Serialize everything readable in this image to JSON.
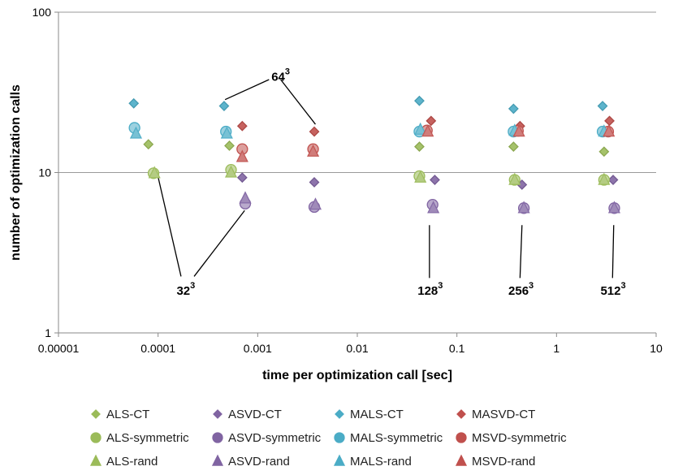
{
  "chart_data": {
    "type": "scatter",
    "xscale": "log",
    "yscale": "log",
    "xlim": [
      1e-05,
      10
    ],
    "ylim": [
      1,
      100
    ],
    "xlabel": "time per optimization call [sec]",
    "ylabel": "number of optimization calls",
    "x_ticks": [
      "0.00001",
      "0.0001",
      "0.001",
      "0.01",
      "0.1",
      "1",
      "10"
    ],
    "y_ticks": [
      "1",
      "10",
      "100"
    ],
    "grid": "horizontal",
    "legend_position": "bottom",
    "colors": {
      "ALS": "#9bbb59",
      "ASVD": "#8064a2",
      "MALS": "#4bacc6",
      "MASVD": "#c0504d"
    },
    "series": [
      {
        "name": "ALS-CT",
        "marker": "diamond",
        "group": "ALS",
        "points": [
          [
            8e-05,
            15
          ],
          [
            0.00052,
            14.7
          ],
          [
            0.042,
            14.5
          ],
          [
            0.37,
            14.5
          ],
          [
            3.0,
            13.5
          ]
        ]
      },
      {
        "name": "ASVD-CT",
        "marker": "diamond",
        "group": "ASVD",
        "points": [
          [
            0.0007,
            9.3
          ],
          [
            0.0037,
            8.7
          ],
          [
            0.06,
            9.0
          ],
          [
            0.45,
            8.4
          ],
          [
            3.7,
            9.0
          ]
        ]
      },
      {
        "name": "MALS-CT",
        "marker": "diamond",
        "group": "MALS",
        "points": [
          [
            5.7e-05,
            27
          ],
          [
            0.00046,
            26
          ],
          [
            0.042,
            28
          ],
          [
            0.37,
            25
          ],
          [
            2.9,
            26
          ]
        ]
      },
      {
        "name": "MASVD-CT",
        "marker": "diamond",
        "group": "MASVD",
        "points": [
          [
            0.0007,
            19.5
          ],
          [
            0.0037,
            18
          ],
          [
            0.055,
            21
          ],
          [
            0.43,
            19.5
          ],
          [
            3.4,
            21
          ]
        ]
      },
      {
        "name": "ALS-symmetric",
        "marker": "circle",
        "group": "ALS",
        "points": [
          [
            9e-05,
            9.9
          ],
          [
            0.00054,
            10.4
          ],
          [
            0.042,
            9.5
          ],
          [
            0.38,
            9.0
          ],
          [
            3.0,
            9.0
          ]
        ]
      },
      {
        "name": "ASVD-symmetric",
        "marker": "circle",
        "group": "ASVD",
        "points": [
          [
            0.00075,
            6.4
          ],
          [
            0.0037,
            6.1
          ],
          [
            0.057,
            6.3
          ],
          [
            0.47,
            6.0
          ],
          [
            3.8,
            6.0
          ]
        ]
      },
      {
        "name": "MALS-symmetric",
        "marker": "circle",
        "group": "MALS",
        "points": [
          [
            5.8e-05,
            19
          ],
          [
            0.00048,
            18
          ],
          [
            0.042,
            18
          ],
          [
            0.37,
            18
          ],
          [
            2.9,
            18
          ]
        ]
      },
      {
        "name": "MSVD-symmetric",
        "marker": "circle",
        "group": "MASVD",
        "points": [
          [
            0.0007,
            14
          ],
          [
            0.0036,
            14
          ],
          [
            0.05,
            18.3
          ],
          [
            0.41,
            18.2
          ],
          [
            3.3,
            18
          ]
        ]
      },
      {
        "name": "ALS-rand",
        "marker": "triangle",
        "group": "ALS",
        "points": [
          [
            9.2e-05,
            9.9
          ],
          [
            0.00054,
            10.0
          ],
          [
            0.043,
            9.3
          ],
          [
            0.38,
            9.0
          ],
          [
            3.0,
            9.0
          ]
        ]
      },
      {
        "name": "ASVD-rand",
        "marker": "triangle",
        "group": "ASVD",
        "points": [
          [
            0.00075,
            6.9
          ],
          [
            0.0038,
            6.3
          ],
          [
            0.058,
            6.0
          ],
          [
            0.47,
            6.0
          ],
          [
            3.8,
            6.0
          ]
        ]
      },
      {
        "name": "MALS-rand",
        "marker": "triangle",
        "group": "MALS",
        "points": [
          [
            6e-05,
            17.5
          ],
          [
            0.00049,
            17.5
          ],
          [
            0.043,
            18.5
          ],
          [
            0.38,
            18.2
          ],
          [
            3.0,
            18
          ]
        ]
      },
      {
        "name": "MSVD-rand",
        "marker": "triangle",
        "group": "MASVD",
        "points": [
          [
            0.0007,
            12.5
          ],
          [
            0.0036,
            13.5
          ],
          [
            0.051,
            18
          ],
          [
            0.42,
            18
          ],
          [
            3.35,
            18
          ]
        ]
      }
    ],
    "annotations": [
      {
        "base": "64",
        "exp": "3",
        "label_at": [
          0.0017,
          40
        ],
        "lines": [
          {
            "from": [
              0.0013,
              38
            ],
            "to": [
              0.00047,
              28.5
            ]
          },
          {
            "from": [
              0.0017,
              38
            ],
            "to": [
              0.0038,
              20
            ]
          }
        ]
      },
      {
        "base": "32",
        "exp": "3",
        "label_at": [
          0.00019,
          1.85
        ],
        "lines": [
          {
            "from": [
              0.00017,
              2.25
            ],
            "to": [
              0.0001,
              9.4
            ]
          },
          {
            "from": [
              0.00023,
              2.25
            ],
            "to": [
              0.00074,
              5.8
            ]
          }
        ]
      },
      {
        "base": "128",
        "exp": "3",
        "label_at": [
          0.054,
          1.85
        ],
        "lines": [
          {
            "from": [
              0.053,
              2.2
            ],
            "to": [
              0.053,
              4.7
            ]
          }
        ]
      },
      {
        "base": "256",
        "exp": "3",
        "label_at": [
          0.44,
          1.85
        ],
        "lines": [
          {
            "from": [
              0.43,
              2.2
            ],
            "to": [
              0.45,
              4.7
            ]
          }
        ]
      },
      {
        "base": "512",
        "exp": "3",
        "label_at": [
          3.7,
          1.85
        ],
        "lines": [
          {
            "from": [
              3.65,
              2.2
            ],
            "to": [
              3.75,
              4.7
            ]
          }
        ]
      }
    ]
  }
}
